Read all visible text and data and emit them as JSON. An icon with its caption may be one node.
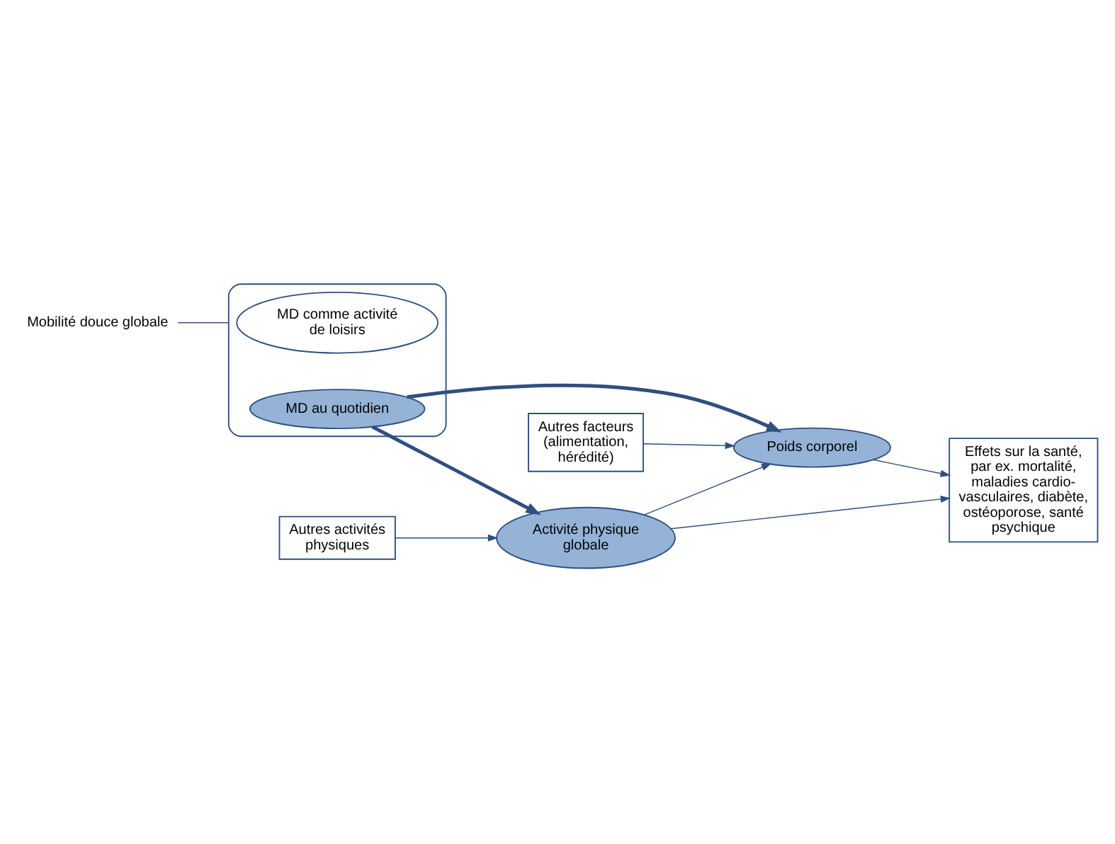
{
  "diagram": {
    "nodes": [
      {
        "text": [],
        "shape": "ellipse"
      },
      {
        "text": [
          "MD comme activité de loisirs"
        ],
        "in": 0
      },
      {
        "text": [
          "MD au quotidien"
        ],
        "in": 0
      },
      {
        "text": [
          "Mobilité douce globale"
        ]
      },
      {
        "text": [
          "Autres activités physiques"
        ]
      },
      {
        "text": [
          "Activité physique globale"
        ]
      },
      {
        "text": [
          "Autres facteurs (alimentation, hérédité)"
        ]
      },
      {
        "text": [
          "Poids corporel"
        ]
      },
      {
        "text": [
          "Effets sur la santé, par ex. mortalité, maladies cardio-vasculaires, diabète, ostéoporose, santé psychique"
        ]
      }
    ],
    "edges": [
      {
        "from": 3,
        "to": 0,
        "arrow": "none"
      },
      {
        "from": 2,
        "to": 5,
        "arrow": "to",
        "style": "thick"
      },
      {
        "from": 2,
        "to": 7,
        "arrow": "to",
        "style": "thick"
      },
      {
        "from": 4,
        "to": 5,
        "arrow": "to"
      },
      {
        "from": 5,
        "to": 7,
        "arrow": "to"
      },
      {
        "from": 6,
        "to": 7,
        "arrow": "to"
      },
      {
        "from": 7,
        "to": 8,
        "arrow": "to"
      },
      {
        "from": 5,
        "to": 8,
        "arrow": "to"
      }
    ]
  }
}
